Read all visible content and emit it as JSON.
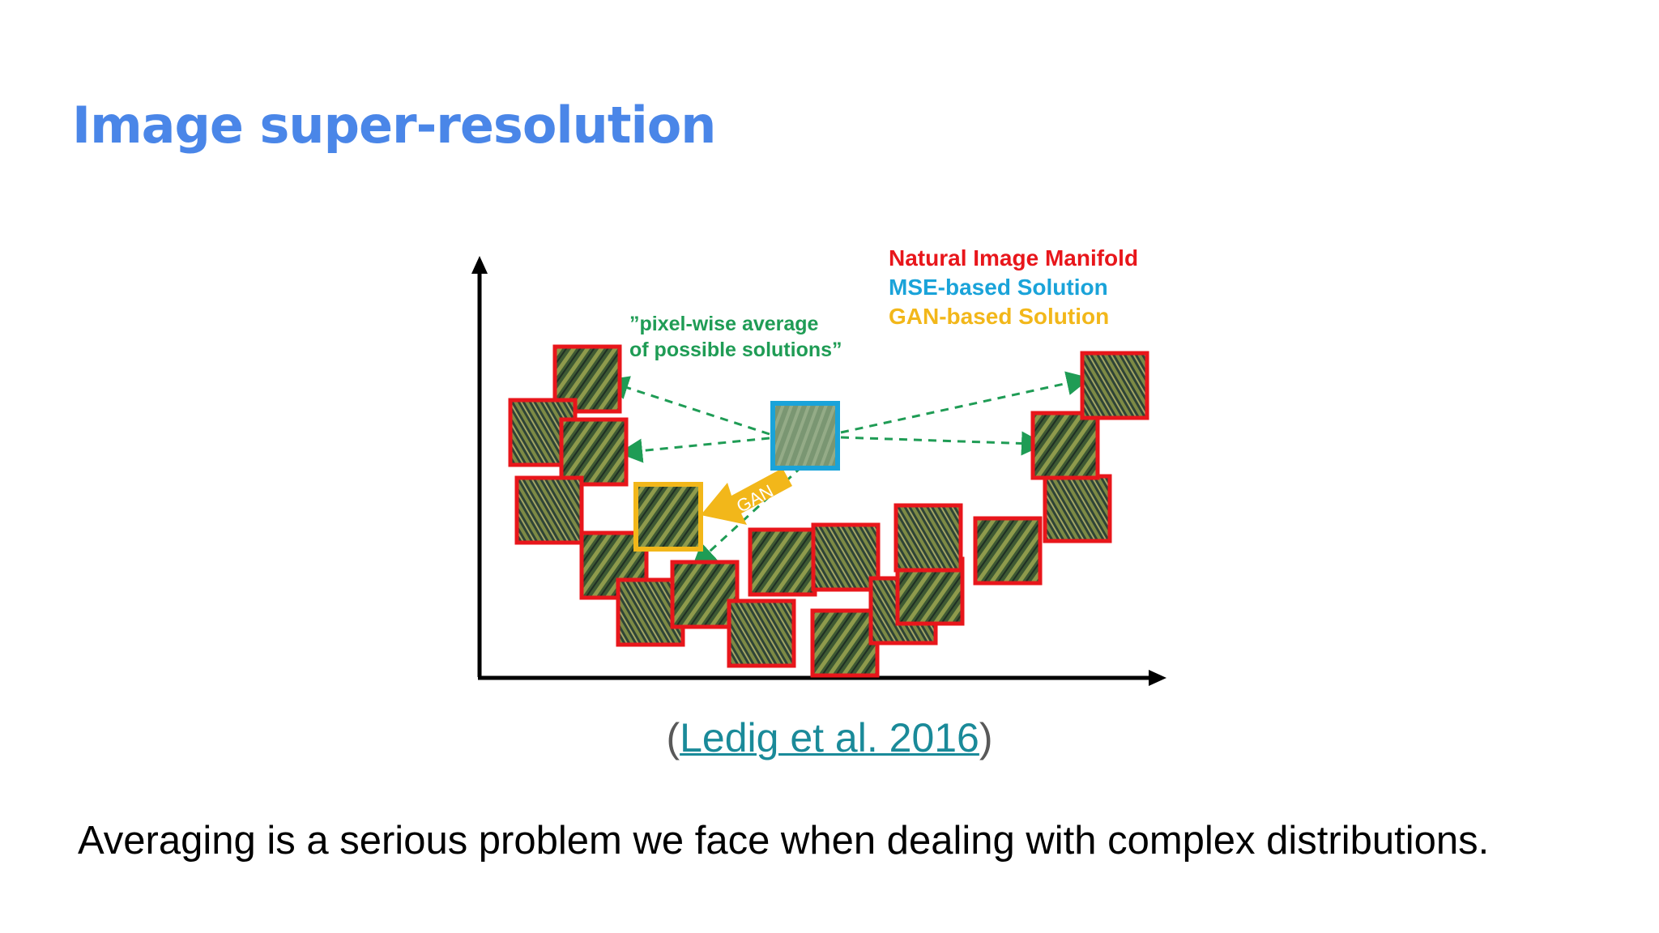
{
  "slide": {
    "title": "Image super-resolution",
    "caption": "Averaging is a serious problem we face when dealing with complex distributions."
  },
  "figure": {
    "legend": {
      "natural": "Natural Image Manifold",
      "mse": "MSE-based Solution",
      "gan": "GAN-based Solution"
    },
    "annotation_line1": "”pixel-wise average",
    "annotation_line2": "of possible solutions”",
    "gan_arrow_label": "GAN",
    "colors": {
      "natural": "#e8161b",
      "mse": "#1aa3d9",
      "gan": "#f2b71a",
      "annotation": "#1f9c55"
    }
  },
  "citation": {
    "open": "(",
    "link_text": "Ledig et al. 2016",
    "close": ")"
  }
}
